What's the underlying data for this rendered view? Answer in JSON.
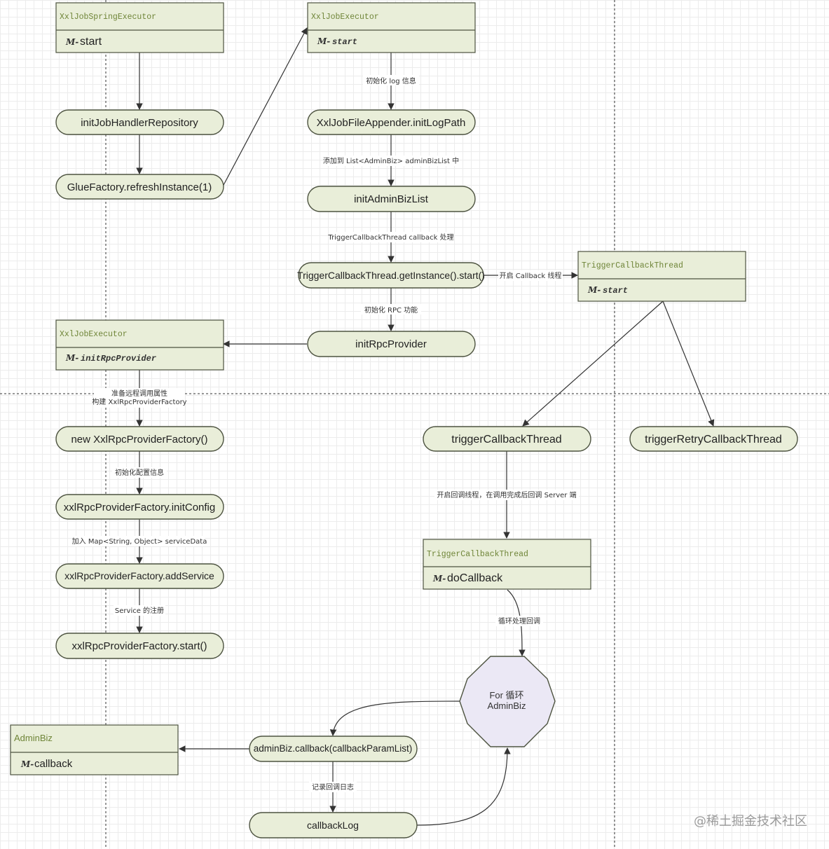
{
  "diagram": {
    "nodes": {
      "xxlJobSpringExecutor": {
        "title": "XxlJobSpringExecutor",
        "method_prefix": "M-",
        "method": "start"
      },
      "initJobHandlerRepository": {
        "label": "initJobHandlerRepository"
      },
      "glueFactoryRefresh": {
        "label": "GlueFactory.refreshInstance(1)"
      },
      "xxlJobExecutorStart": {
        "title": "XxlJobExecutor",
        "method_prefix": "M-",
        "method": "start"
      },
      "initLogPath": {
        "label": "XxlJobFileAppender.initLogPath"
      },
      "initAdminBizList": {
        "label": "initAdminBizList"
      },
      "triggerCallbackGetInstance": {
        "label": "TriggerCallbackThread.getInstance().start()"
      },
      "triggerCallbackThreadStart": {
        "title": "TriggerCallbackThread",
        "method_prefix": "M-",
        "method": "start"
      },
      "initRpcProvider": {
        "label": "initRpcProvider"
      },
      "xxlJobExecutorInitRpc": {
        "title": "XxlJobExecutor",
        "method_prefix": "M-",
        "method": "initRpcProvider"
      },
      "newProviderFactory": {
        "label": "new XxlRpcProviderFactory()"
      },
      "initConfig": {
        "label": "xxlRpcProviderFactory.initConfig"
      },
      "addService": {
        "label": "xxlRpcProviderFactory.addService"
      },
      "factoryStart": {
        "label": "xxlRpcProviderFactory.start()"
      },
      "triggerCallbackThread": {
        "label": "triggerCallbackThread"
      },
      "triggerRetryCallbackThread": {
        "label": "triggerRetryCallbackThread"
      },
      "triggerCallbackDoCallback": {
        "title": "TriggerCallbackThread",
        "method_prefix": "M-",
        "method": "doCallback"
      },
      "forLoop": {
        "line1": "For 循环",
        "line2": "AdminBiz"
      },
      "adminBizCallbackCall": {
        "label": "adminBiz.callback(callbackParamList)"
      },
      "adminBizClass": {
        "title": "AdminBiz",
        "method_prefix": "M-",
        "method": "callback"
      },
      "callbackLog": {
        "label": "callbackLog"
      }
    },
    "edge_labels": {
      "init_log": "初始化 log 信息",
      "add_admin_list": "添加到 List<AdminBiz> adminBizList 中",
      "trigger_callback_handle": "TriggerCallbackThread callback 处理",
      "open_callback_thread": "开启 Callback 线程",
      "init_rpc": "初始化 RPC 功能",
      "prepare_remote_1": "准备远程调用属性",
      "prepare_remote_2": "构建 XxlRpcProviderFactory",
      "init_config_info": "初始化配置信息",
      "add_map": "加入 Map<String, Object> serviceData",
      "service_register": "Service 的注册",
      "open_callback_loop": "开启回调线程，在调用完成后回调 Server 端",
      "loop_handle": "循环处理回调",
      "record_log": "记录回调日志"
    },
    "watermark": "@稀土掘金技术社区"
  }
}
